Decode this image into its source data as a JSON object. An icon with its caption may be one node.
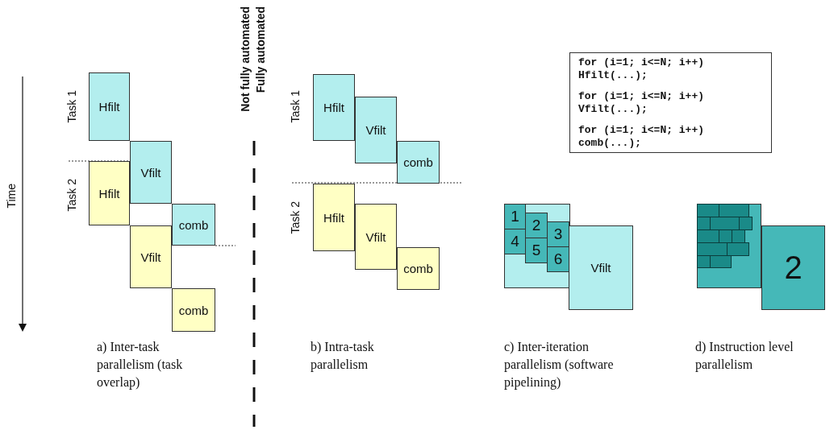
{
  "diagram": {
    "nodes": [
      {
        "text": [
          "Hfilt"
        ]
      },
      {
        "text": [
          "Vfilt"
        ]
      },
      {
        "text": [
          "Hfilt"
        ]
      },
      {
        "text": [
          "comb"
        ]
      },
      {
        "text": [
          "Vfilt"
        ]
      },
      {
        "text": [
          "comb"
        ]
      },
      {
        "text": [
          "for (i=1; i<=N; i++) Hfilt(...);",
          "for (i=1; i<=N; i++) Vfilt(...);",
          "for (i=1; i<=N; i++) comb(...);"
        ]
      },
      {
        "text": [
          "Hfilt"
        ]
      },
      {
        "text": [
          "Vfilt"
        ]
      },
      {
        "text": [
          "comb"
        ]
      },
      {
        "text": [
          "Hfilt"
        ]
      },
      {
        "text": [
          "Vfilt"
        ]
      },
      {
        "text": [
          "comb"
        ]
      },
      {
        "text": [],
        "shape": "box"
      },
      {
        "text": [
          "1"
        ],
        "in": 13
      },
      {
        "text": [
          "2"
        ],
        "in": 13
      },
      {
        "text": [
          "3"
        ],
        "in": 13
      },
      {
        "text": [
          "4"
        ],
        "in": 13
      },
      {
        "text": [
          "5"
        ],
        "in": 13
      },
      {
        "text": [
          "6"
        ],
        "in": 13
      },
      {
        "text": [
          "Vfilt"
        ]
      },
      {
        "text": [],
        "shape": "box"
      },
      {
        "text": [
          "2"
        ]
      }
    ],
    "edges": [],
    "labels": [
      "Not fully automated",
      "Fully automated",
      "Time",
      "Task 1",
      "Task 2",
      "Task 1",
      "Task 2",
      "a) Inter-task parallelism (task overlap)",
      "b) Intra-task parallelism",
      "c) Inter-iteration parallelism (software pipelining)",
      "d) Instruction level parallelism"
    ]
  }
}
